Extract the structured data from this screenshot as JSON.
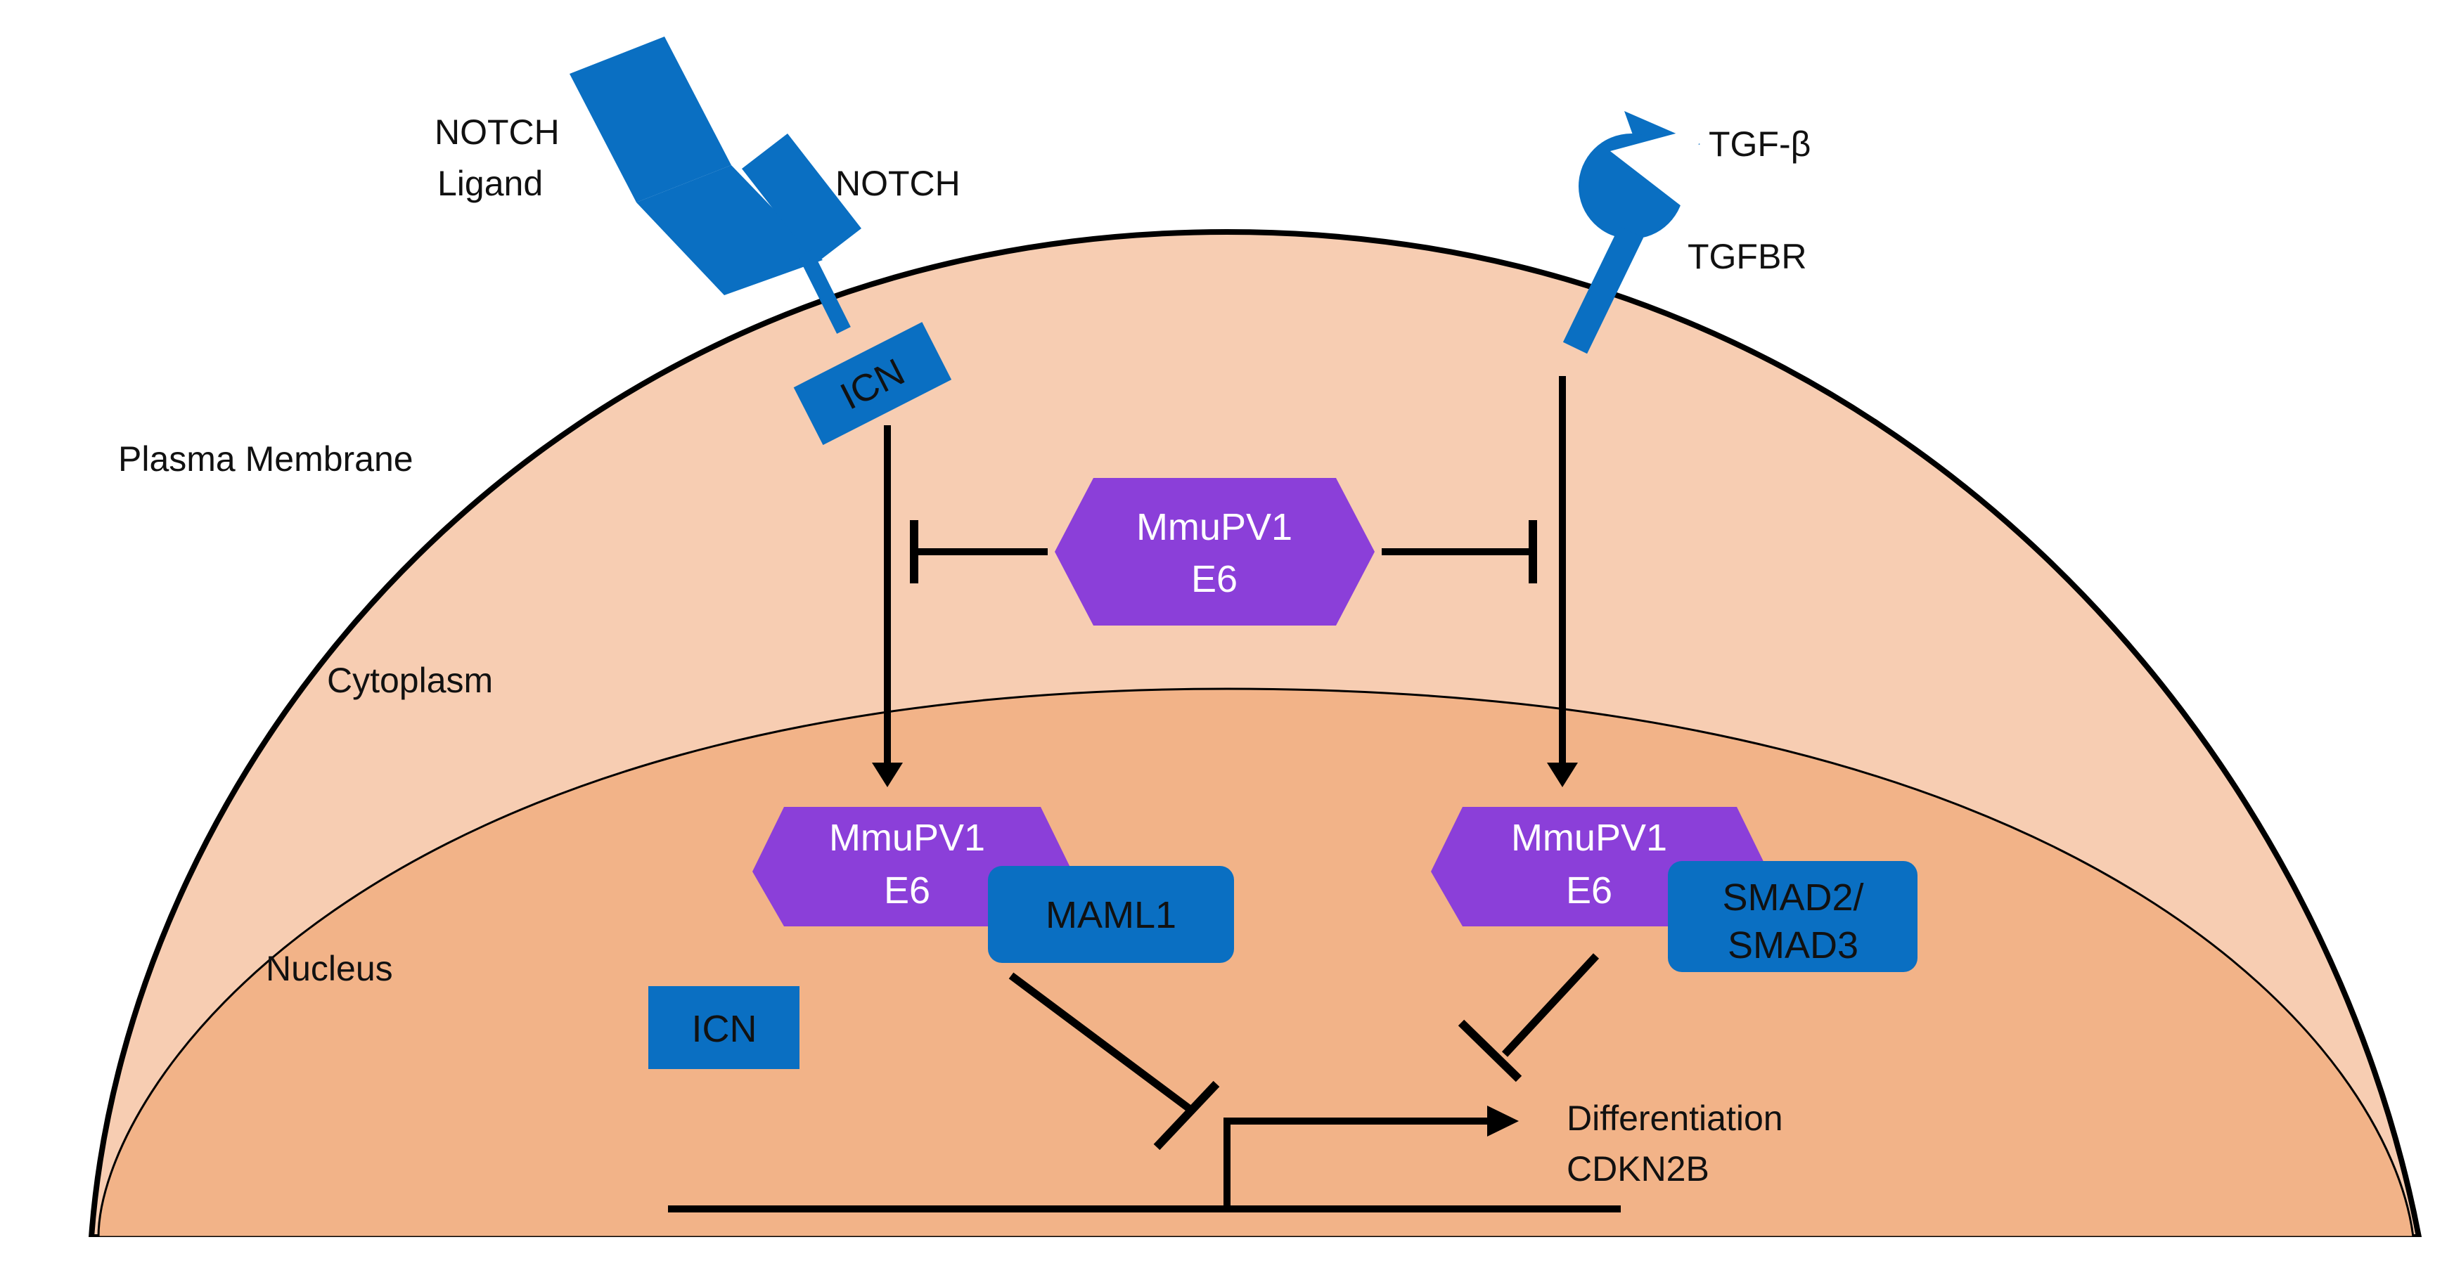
{
  "colors": {
    "cytoplasm": "#f7cdb2",
    "nucleus": "#f2b388",
    "protein_blue": "#0a6fc2",
    "e6_purple": "#8b3fd9",
    "line": "#000000"
  },
  "labels": {
    "notch_ligand_line1": "NOTCH",
    "notch_ligand_line2": "Ligand",
    "notch": "NOTCH",
    "tgfb": "TGF-β",
    "tgfbr": "TGFBR",
    "plasma_membrane": "Plasma Membrane",
    "cytoplasm": "Cytoplasm",
    "nucleus": "Nucleus",
    "output_line1": "Differentiation",
    "output_line2": "CDKN2B"
  },
  "boxes": {
    "icn_membrane": "ICN",
    "icn_nucleus": "ICN",
    "maml1": "MAML1",
    "smad_line1": "SMAD2/",
    "smad_line2": "SMAD3"
  },
  "e6": {
    "line1": "MmuPV1",
    "line2": "E6"
  },
  "icons": {
    "inhibition": "t-bar-inhibition-icon",
    "activation": "arrow-icon",
    "ligand": "triangle-icon",
    "receptor": "receptor-cup-icon"
  }
}
